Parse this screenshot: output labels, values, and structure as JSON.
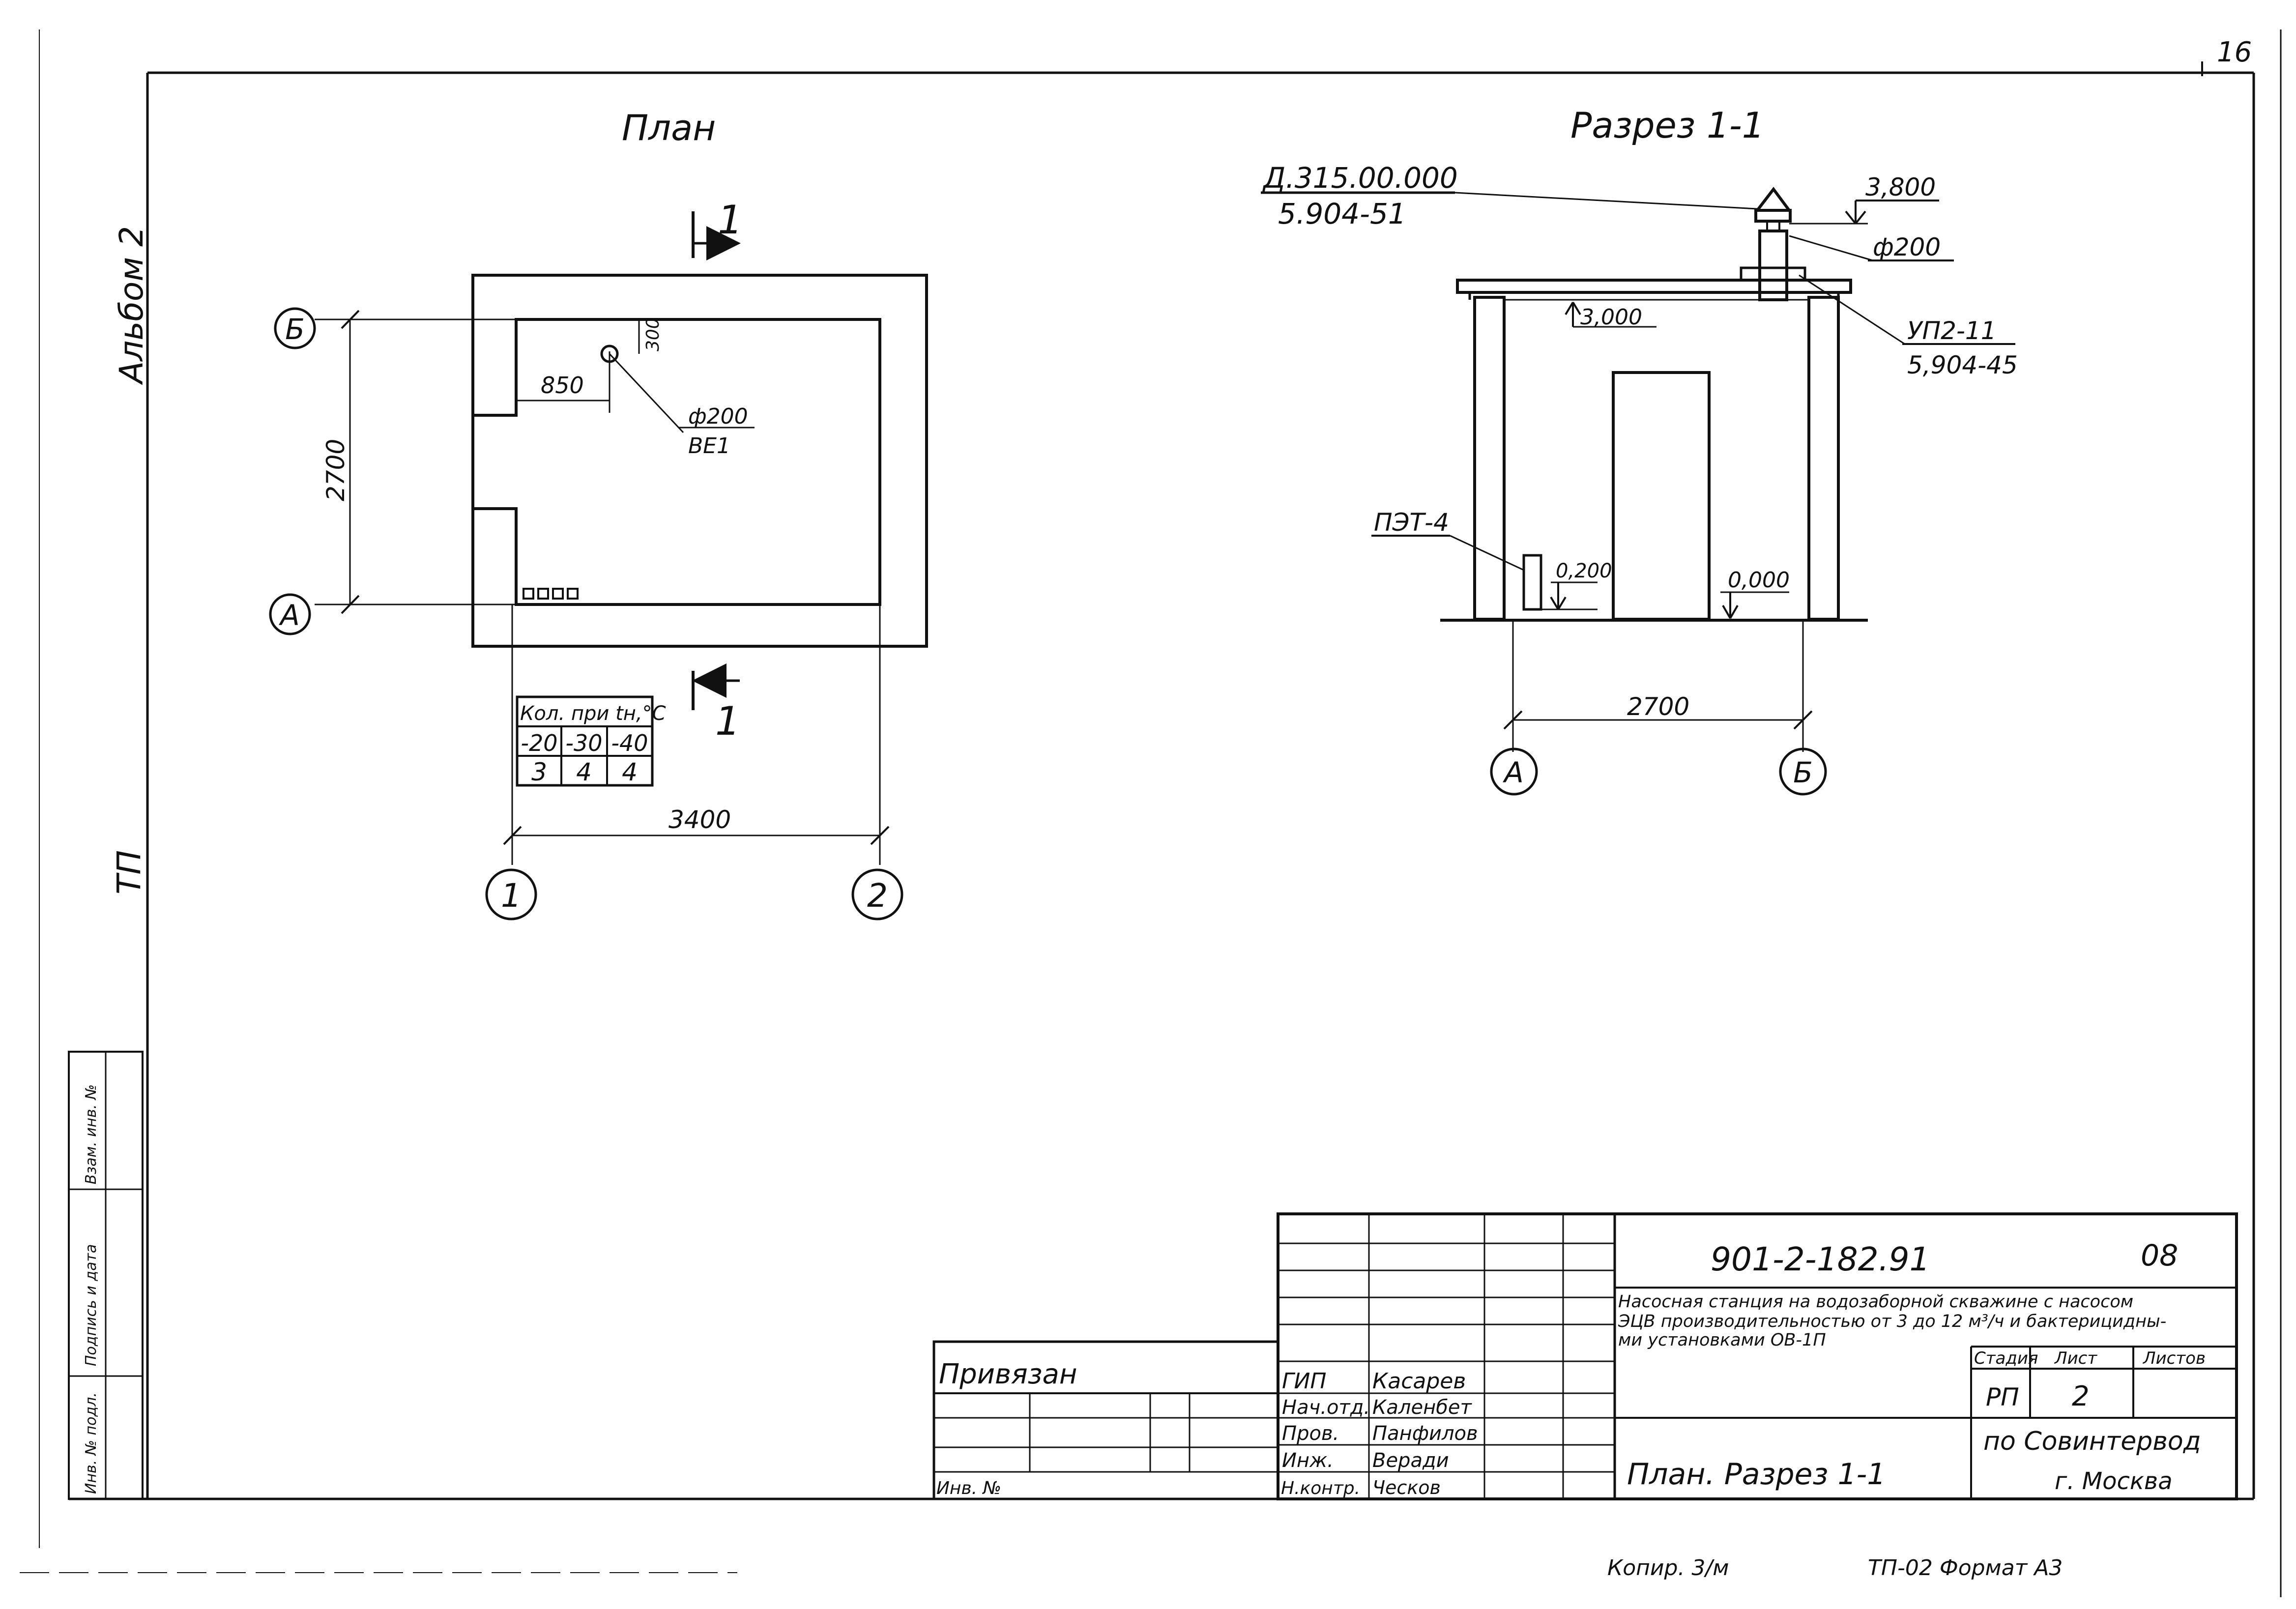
{
  "sheet": {
    "corner_number": "16",
    "album": "Альбом 2",
    "tp_mark": "ТП",
    "bottom_copy": "Копир. 3/м",
    "bottom_format": "ТП-02 Формат А3"
  },
  "side_stamp": {
    "labels": [
      "Инв. № подл.",
      "Подпись и дата",
      "Взам. инв. №"
    ]
  },
  "plan": {
    "title": "План",
    "section_mark_top": "1",
    "section_mark_bottom": "1",
    "axis_b": "Б",
    "axis_a": "А",
    "axis_1": "1",
    "axis_2": "2",
    "dim_2700": "2700",
    "dim_3400": "3400",
    "dim_850": "850",
    "dim_300": "300",
    "pipe_dia": "ф200",
    "pipe_code": "ВЕ1",
    "heater_table": {
      "header": "Кол. при tн,°С",
      "temps": [
        "-20",
        "-30",
        "-40"
      ],
      "counts": [
        "3",
        "4",
        "4"
      ]
    }
  },
  "section": {
    "title": "Разрез 1-1",
    "ref_code": "Д.315.00.000",
    "ref_series": "5.904-51",
    "elev_top": "3,800",
    "dia_vent": "ф200",
    "elev_roof": "3,000",
    "unit_code": "УП2-11",
    "unit_series": "5,904-45",
    "heater_code": "ПЭТ-4",
    "elev_heater": "0,200",
    "elev_floor": "0,000",
    "dim_2700": "2700",
    "axis_a": "А",
    "axis_b": "Б"
  },
  "title_block": {
    "privyazan": "Привязан",
    "inv_no": "Инв. №",
    "roles": [
      "ГИП",
      "Нач.отд.",
      "Пров.",
      "Инж.",
      "Н.контр."
    ],
    "names": [
      "Касарев",
      "Каленбет",
      "Панфилов",
      "Веради",
      "Ческов"
    ],
    "doc_number": "901-2-182.91",
    "doc_suffix": "08",
    "description_line1": "Насосная станция на водозаборной скважине с насосом",
    "description_line2": "ЭЦВ производительностью от 3 до 12 м³/ч и бактерицидны-",
    "description_line3": "ми установками ОВ-1П",
    "stage_header": "Стадия",
    "sheet_header": "Лист",
    "sheets_header": "Листов",
    "stage": "РП",
    "sheet_no": "2",
    "sheet_name": "План. Разрез 1-1",
    "organization": "по Совинтервод",
    "city": "г. Москва"
  }
}
